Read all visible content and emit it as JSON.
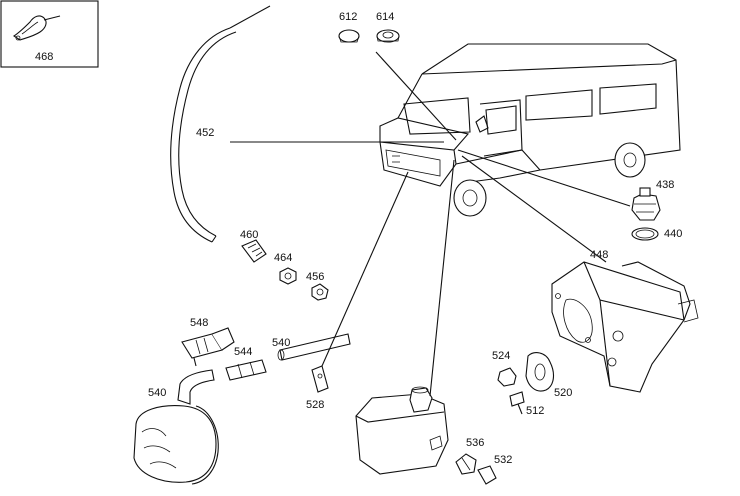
{
  "diagram": {
    "inset_label": "468",
    "labels": {
      "l452": "452",
      "l612": "612",
      "l614": "614",
      "l438": "438",
      "l440": "440",
      "l448": "448",
      "l460": "460",
      "l464": "464",
      "l456": "456",
      "l548": "548",
      "l544": "544",
      "l540a": "540",
      "l540b": "540",
      "l528": "528",
      "l524": "524",
      "l520": "520",
      "l512": "512",
      "l536": "536",
      "l532": "532"
    }
  }
}
